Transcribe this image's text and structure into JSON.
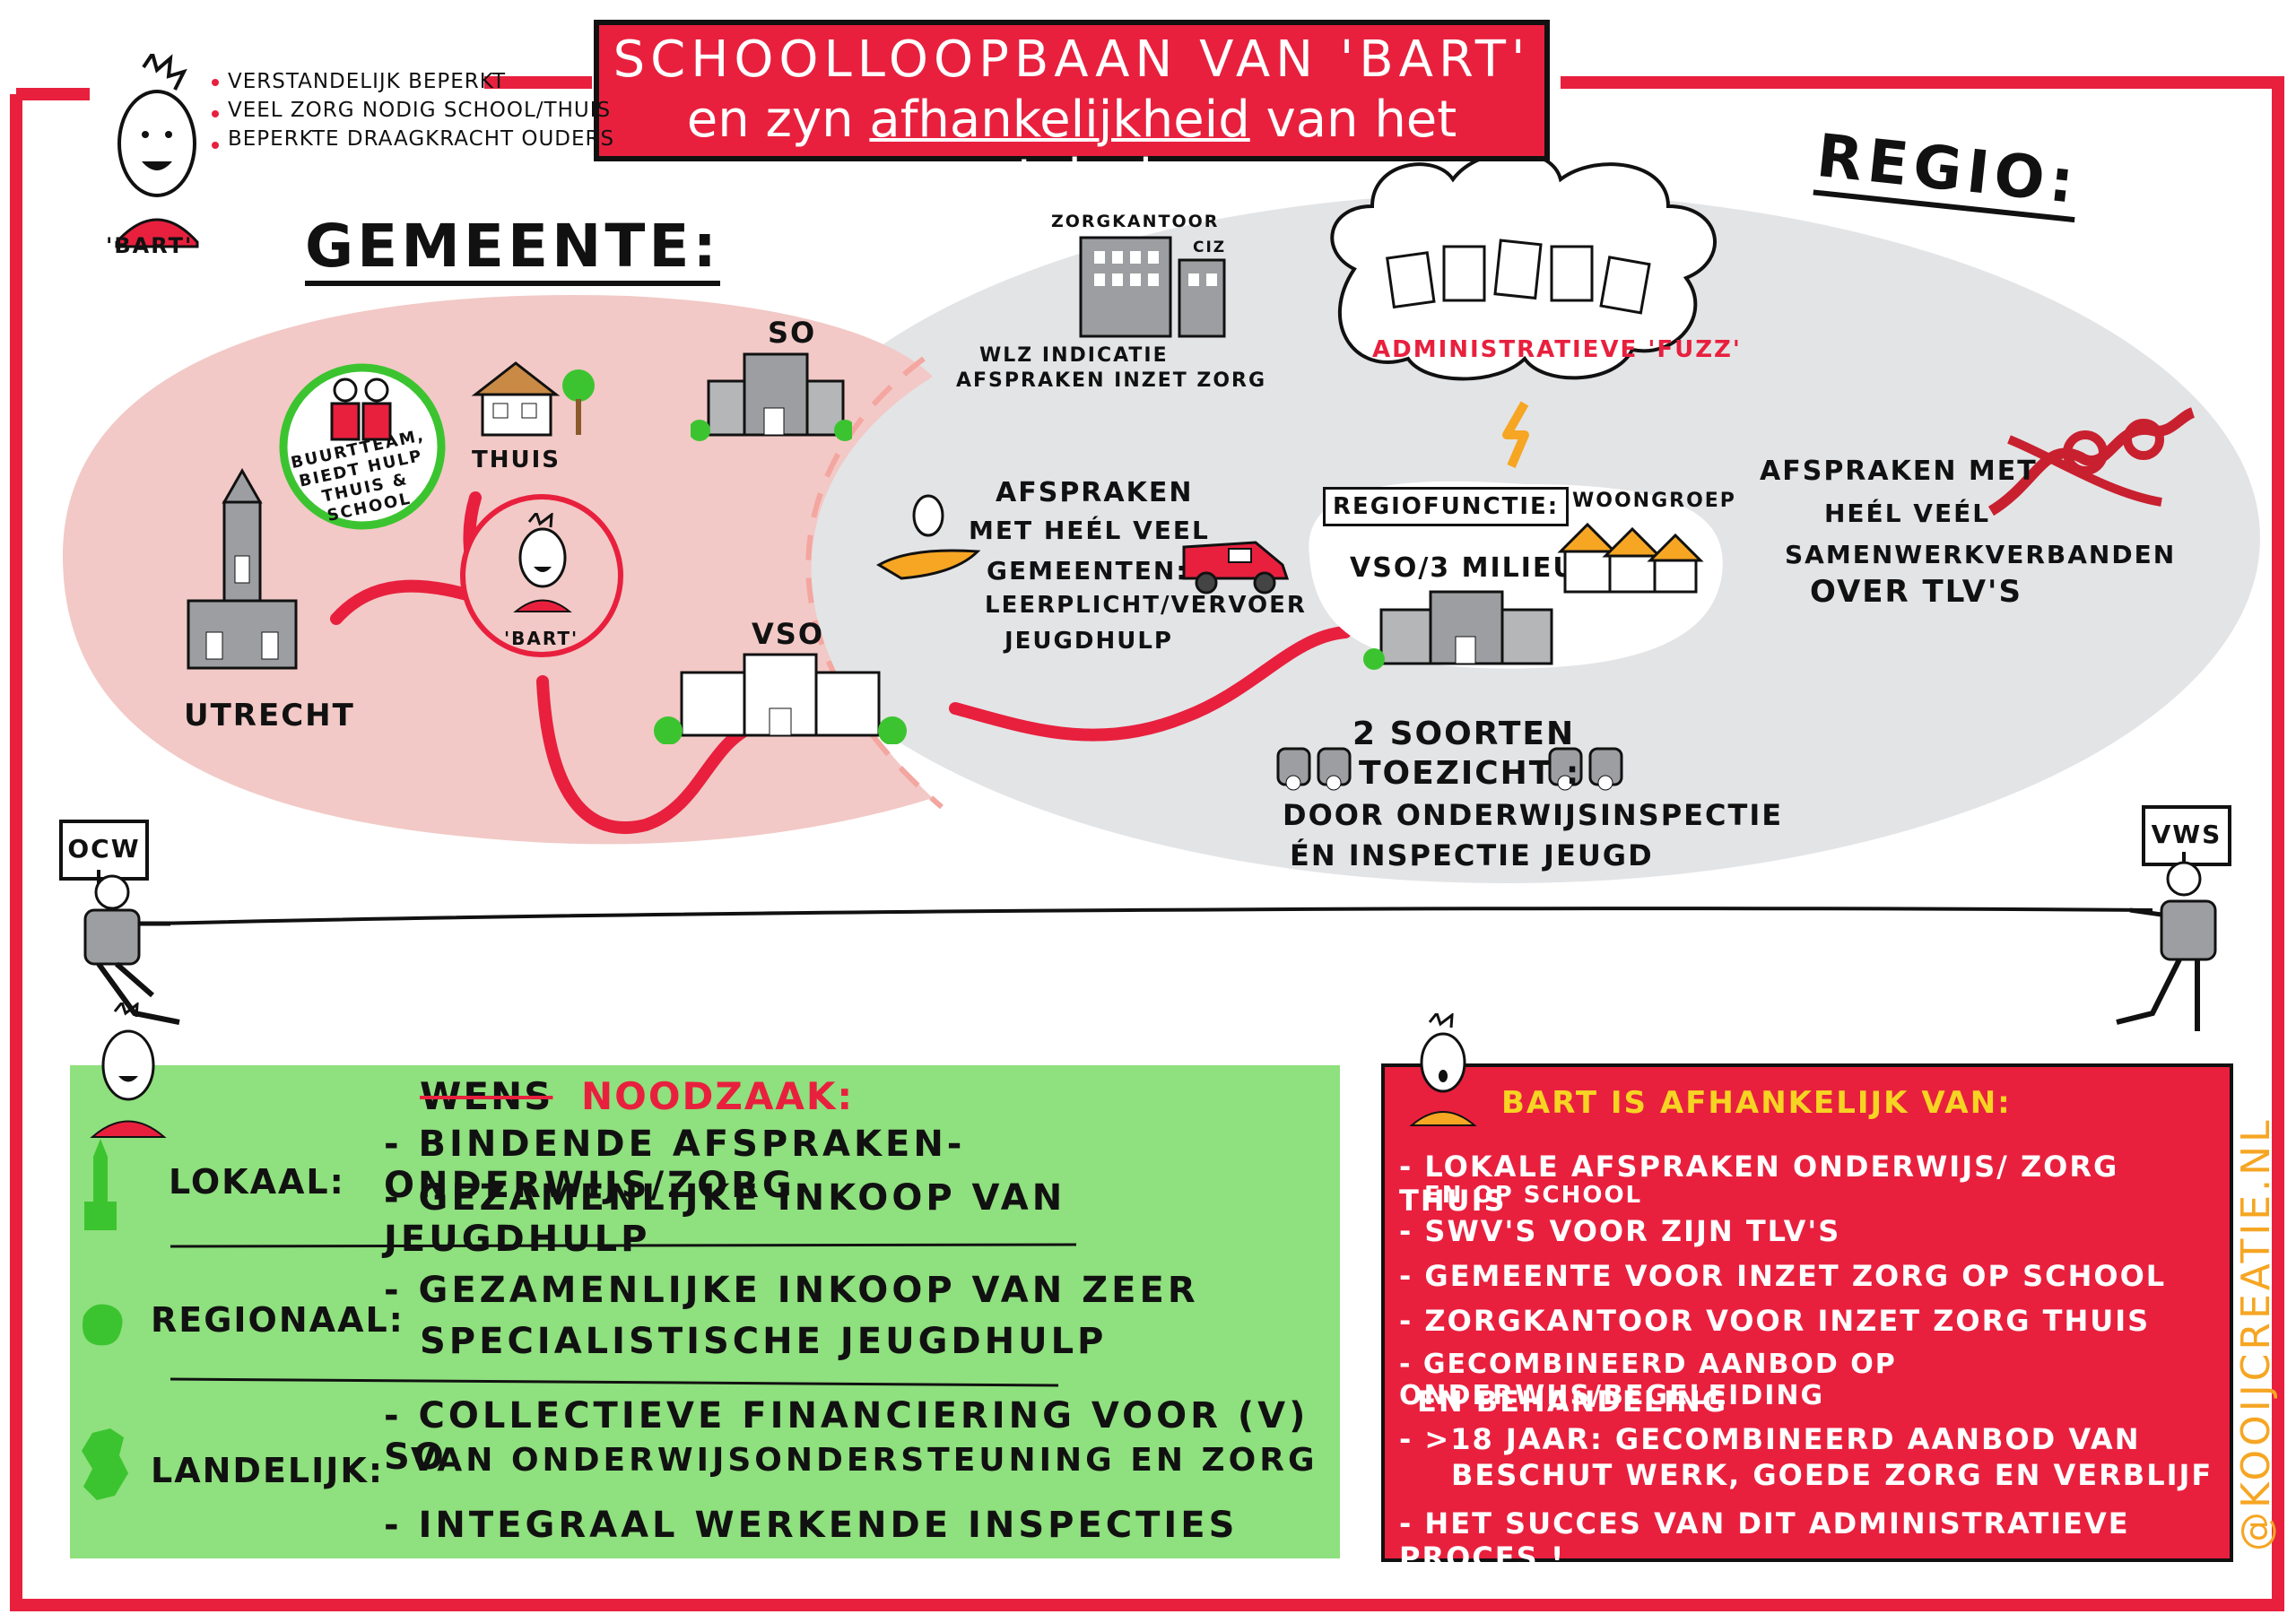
{
  "title": {
    "line1": "SCHOOLLOOPBAAN VAN 'BART'",
    "line2_pre": "en zyn",
    "line2_u": "afhankelijkheid",
    "line2_post": "van het stelsel"
  },
  "bart_profile": {
    "name": "'BART'",
    "traits": [
      "VERSTANDELIJK BEPERKT",
      "VEEL ZORG NODIG SCHOOL/THUIS",
      "BEPERKTE DRAAGKRACHT OUDERS"
    ]
  },
  "gemeente": {
    "heading": "GEMEENTE:",
    "utrecht": "UTRECHT",
    "buurtteam": "BUURTTEAM, BIEDT HULP THUIS & SCHOOL",
    "thuis": "THUIS",
    "so": "SO",
    "vso": "VSO",
    "bart": "'BART'"
  },
  "regio": {
    "heading": "REGIO:",
    "zorgkantoor": "ZORGKANTOOR",
    "ciz": "CIZ",
    "wlz": "WLZ INDICATIE",
    "afspraken_zorg": "AFSPRAKEN INZET ZORG",
    "fuzz": "ADMINISTRATIEVE 'FUZZ'",
    "gemeenten": [
      "AFSPRAKEN",
      "MET HEÉL VEEL",
      "GEMEENTEN:",
      "LEERPLICHT/VERVOER",
      "JEUGDHULP"
    ],
    "regiofunctie": "REGIOFUNCTIE:",
    "woongroep": "WOONGROEP",
    "vso3": "VSO/3 MILIEU",
    "samenwerk": [
      "AFSPRAKEN MET",
      "HEÉL VEÉL",
      "SAMENWERKVERBANDEN",
      "OVER TLV's"
    ],
    "toezicht1": "2 SOORTEN",
    "toezicht2": "TOEZICHT :",
    "toezicht3": "DOOR ONDERWIJSINSPECTIE",
    "toezicht4": "ÉN INSPECTIE JEUGD"
  },
  "rope": {
    "left": "OCW",
    "right": "VWS"
  },
  "noodzaak": {
    "wens": "WENS",
    "heading": "NOODZAAK:",
    "lokaal": "LOKAAL:",
    "lokaal_items": [
      "- BINDENDE AFSPRAKEN-ONDERWIJS/ZORG",
      "- GEZAMENLIJKE INKOOP VAN JEUGDHULP"
    ],
    "regionaal": "REGIONAAL:",
    "regionaal_items": [
      "- GEZAMENLIJKE INKOOP VAN ZEER",
      "SPECIALISTISCHE JEUGDHULP"
    ],
    "landelijk": "LANDELIJK:",
    "landelijk_items": [
      "- COLLECTIEVE FINANCIERING VOOR (V) SO",
      "VAN ONDERWIJSONDERSTEUNING EN ZORG",
      "- INTEGRAAL WERKENDE INSPECTIES"
    ]
  },
  "afhankelijk": {
    "heading": "BART IS AFHANKELIJK VAN:",
    "items": [
      "- LOKALE AFSPRAKEN ONDERWIJS/ ZORG THUIS",
      "EN OP SCHOOL",
      "- SWV's VOOR ZIJN TLV's",
      "- GEMEENTE VOOR INZET ZORG OP SCHOOL",
      "- ZORGKANTOOR VOOR INZET ZORG THUIS",
      "- GECOMBINEERD AANBOD OP ONDERWIJS/BEGELEIDING",
      "EN BEHANDELING",
      "- >18 JAAR: GECOMBINEERD AANBOD VAN",
      "BESCHUT WERK, GOEDE ZORG EN VERBLIJF",
      "- HET SUCCES VAN DIT ADMINISTRATIEVE PROCES !"
    ]
  },
  "credit": "@KOOIJCREATIE.NL",
  "colors": {
    "red": "#e8203e",
    "green": "#8fe07e",
    "pink": "#f2c9c6",
    "grey": "#e3e4e6",
    "orange": "#f6a623"
  }
}
